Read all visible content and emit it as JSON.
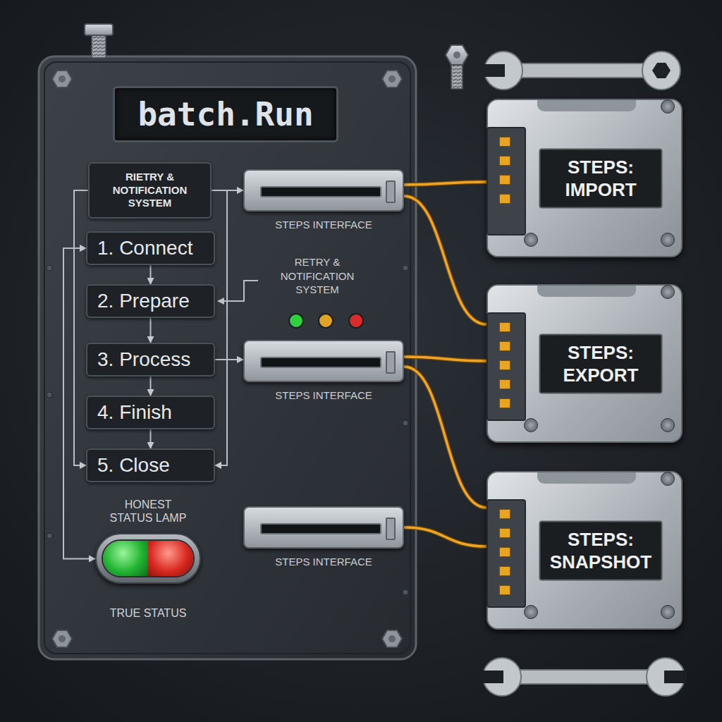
{
  "diagram": {
    "nodes": [
      {
        "text": [
          "batch.Run"
        ]
      },
      {
        "text": [
          "RIETRY & NOTIFICATION SYSTEM"
        ],
        "in": 0
      },
      {
        "text": [
          "1. Connect"
        ],
        "in": 0
      },
      {
        "text": [
          "2. Prepare"
        ],
        "in": 0
      },
      {
        "text": [
          "3. Process"
        ],
        "in": 0
      },
      {
        "text": [
          "4. Finish"
        ],
        "in": 0
      },
      {
        "text": [
          "5. Close"
        ],
        "in": 0
      },
      {
        "text": [
          "STEPS INTERFACE"
        ],
        "in": 0
      },
      {
        "text": [
          "STEPS INTERFACE"
        ],
        "in": 0
      },
      {
        "text": [
          "STEPS INTERFACE"
        ],
        "in": 0
      },
      {
        "text": [
          "HONEST STATUS LAMP",
          "TRUE STATUS"
        ],
        "in": 0
      },
      {
        "text": [
          "STEPS: IMPORT"
        ]
      },
      {
        "text": [
          "STEPS: EXPORT"
        ]
      },
      {
        "text": [
          "STEPS: SNAPSHOT"
        ]
      }
    ],
    "edges": [
      {
        "from": 1,
        "to": 7,
        "arrow": "to"
      },
      {
        "from": 1,
        "to": 6,
        "arrow": "to"
      },
      {
        "from": 1,
        "to": 6,
        "arrow": "to"
      },
      {
        "from": 10,
        "to": 2,
        "arrow": "both"
      },
      {
        "from": 2,
        "to": 3,
        "arrow": "to"
      },
      {
        "from": 3,
        "to": 4,
        "arrow": "to"
      },
      {
        "from": 4,
        "to": 5,
        "arrow": "to"
      },
      {
        "from": 5,
        "to": 6,
        "arrow": "to"
      },
      {
        "from": 4,
        "to": 8,
        "arrow": "to"
      },
      {
        "from": 7,
        "to": 11,
        "arrow": "none"
      },
      {
        "from": 7,
        "to": 12,
        "arrow": "none"
      },
      {
        "from": 8,
        "to": 12,
        "arrow": "none"
      },
      {
        "from": 8,
        "to": 13,
        "arrow": "none"
      },
      {
        "from": 9,
        "to": 13,
        "arrow": "none"
      }
    ],
    "labels": [
      "RETRY & NOTIFICATION SYSTEM"
    ]
  }
}
